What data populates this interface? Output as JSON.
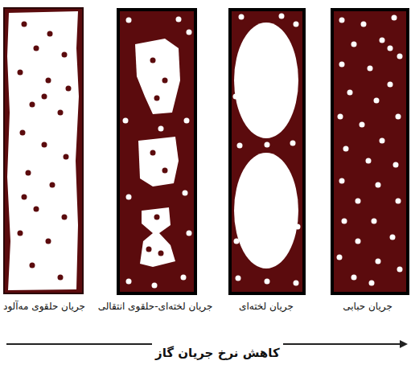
{
  "diagram": {
    "labels": [
      "جریان حلقوی مه‌آلود",
      "جریان لخته‌ای-حلقوی انتقالی",
      "جریان لخته‌ای",
      "جریان حبابی",
      "کاهش نرخ جریان گاز"
    ]
  }
}
